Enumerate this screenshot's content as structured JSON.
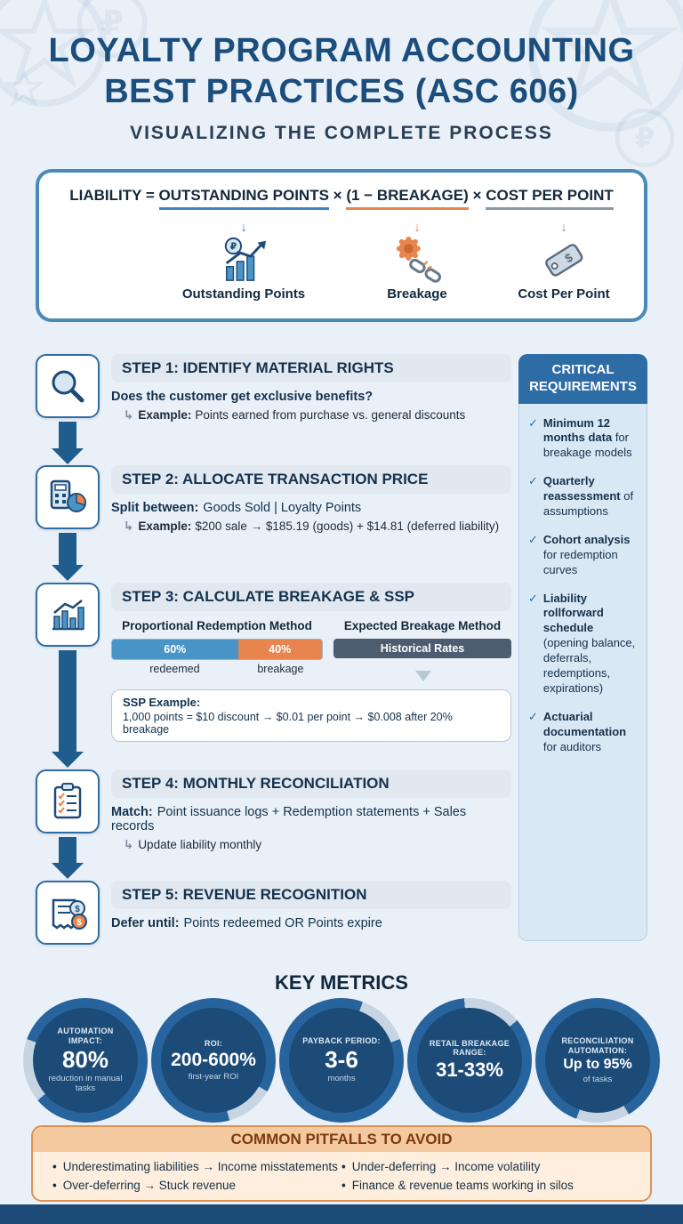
{
  "page": {
    "title_line1": "LOYALTY PROGRAM ACCOUNTING",
    "title_line2": "BEST PRACTICES (ASC 606)",
    "subtitle": "VISUALIZING THE COMPLETE PROCESS"
  },
  "icons": {
    "down_arrow": "↓",
    "branch_arrow": "↳",
    "check": "✓",
    "bullet": "•"
  },
  "formula": {
    "prefix": "LIABILITY =",
    "term1": "OUTSTANDING POINTS",
    "times1": "×",
    "term2": "(1 − BREAKAGE)",
    "times2": "×",
    "term3": "COST PER POINT",
    "labels": {
      "outstanding": "Outstanding Points",
      "breakage": "Breakage",
      "cost": "Cost Per Point"
    }
  },
  "steps": [
    {
      "title": "STEP 1: IDENTIFY MATERIAL RIGHTS",
      "lead": "Does the customer get exclusive benefits?",
      "example_label": "Example:",
      "example_text": "Points earned from purchase vs. general discounts"
    },
    {
      "title": "STEP 2: ALLOCATE TRANSACTION PRICE",
      "lead_bold": "Split between:",
      "lead_text": "Goods Sold | Loyalty Points",
      "example_label": "Example:",
      "example_text": "$200 sale → $185.19 (goods) + $14.81 (deferred liability)"
    },
    {
      "title": "STEP 3: CALCULATE BREAKAGE & SSP",
      "method_left": "Proportional Redemption Method",
      "method_right": "Expected Breakage Method",
      "bar_redeemed_pct": "60%",
      "bar_breakage_pct": "40%",
      "bar_redeemed_label": "redeemed",
      "bar_breakage_label": "breakage",
      "historical_label": "Historical Rates",
      "ssp_label": "SSP Example:",
      "ssp_text": "1,000 points = $10 discount → $0.01 per point → $0.008 after 20% breakage"
    },
    {
      "title": "STEP 4: MONTHLY RECONCILIATION",
      "lead_bold": "Match:",
      "lead_text": "Point issuance logs + Redemption statements + Sales records",
      "sub_text": "Update liability monthly"
    },
    {
      "title": "STEP 5: REVENUE RECOGNITION",
      "lead_bold": "Defer until:",
      "lead_text": "Points redeemed OR Points expire"
    }
  ],
  "requirements": {
    "title_line1": "CRITICAL",
    "title_line2": "REQUIREMENTS",
    "items": [
      {
        "bold": "Minimum 12 months data",
        "rest": " for breakage models"
      },
      {
        "bold": "Quarterly reassessment",
        "rest": " of assumptions"
      },
      {
        "bold": "Cohort analysis",
        "rest": " for redemption curves"
      },
      {
        "bold": "Liability rollforward schedule",
        "rest": " (opening balance, deferrals, redemptions, expirations)"
      },
      {
        "bold": "Actuarial documentation",
        "rest": " for auditors"
      }
    ]
  },
  "metrics": {
    "title": "KEY METRICS",
    "items": [
      {
        "label": "AUTOMATION IMPACT:",
        "value": "80%",
        "sub": "reduction in manual tasks"
      },
      {
        "label": "ROI:",
        "value": "200-600%",
        "sub": "first-year ROI"
      },
      {
        "label": "PAYBACK PERIOD:",
        "value": "3-6",
        "sub": "months"
      },
      {
        "label": "RETAIL BREAKAGE RANGE:",
        "value": "31-33%",
        "sub": ""
      },
      {
        "label": "RECONCILIATION AUTOMATION:",
        "value": "Up to 95%",
        "sub": "of tasks"
      }
    ]
  },
  "pitfalls": {
    "title": "COMMON PITFALLS TO AVOID",
    "left": [
      "Underestimating liabilities → Income misstatements",
      "Over-deferring → Stuck revenue"
    ],
    "right": [
      "Under-deferring → Income volatility",
      "Finance & revenue teams working in silos"
    ]
  }
}
